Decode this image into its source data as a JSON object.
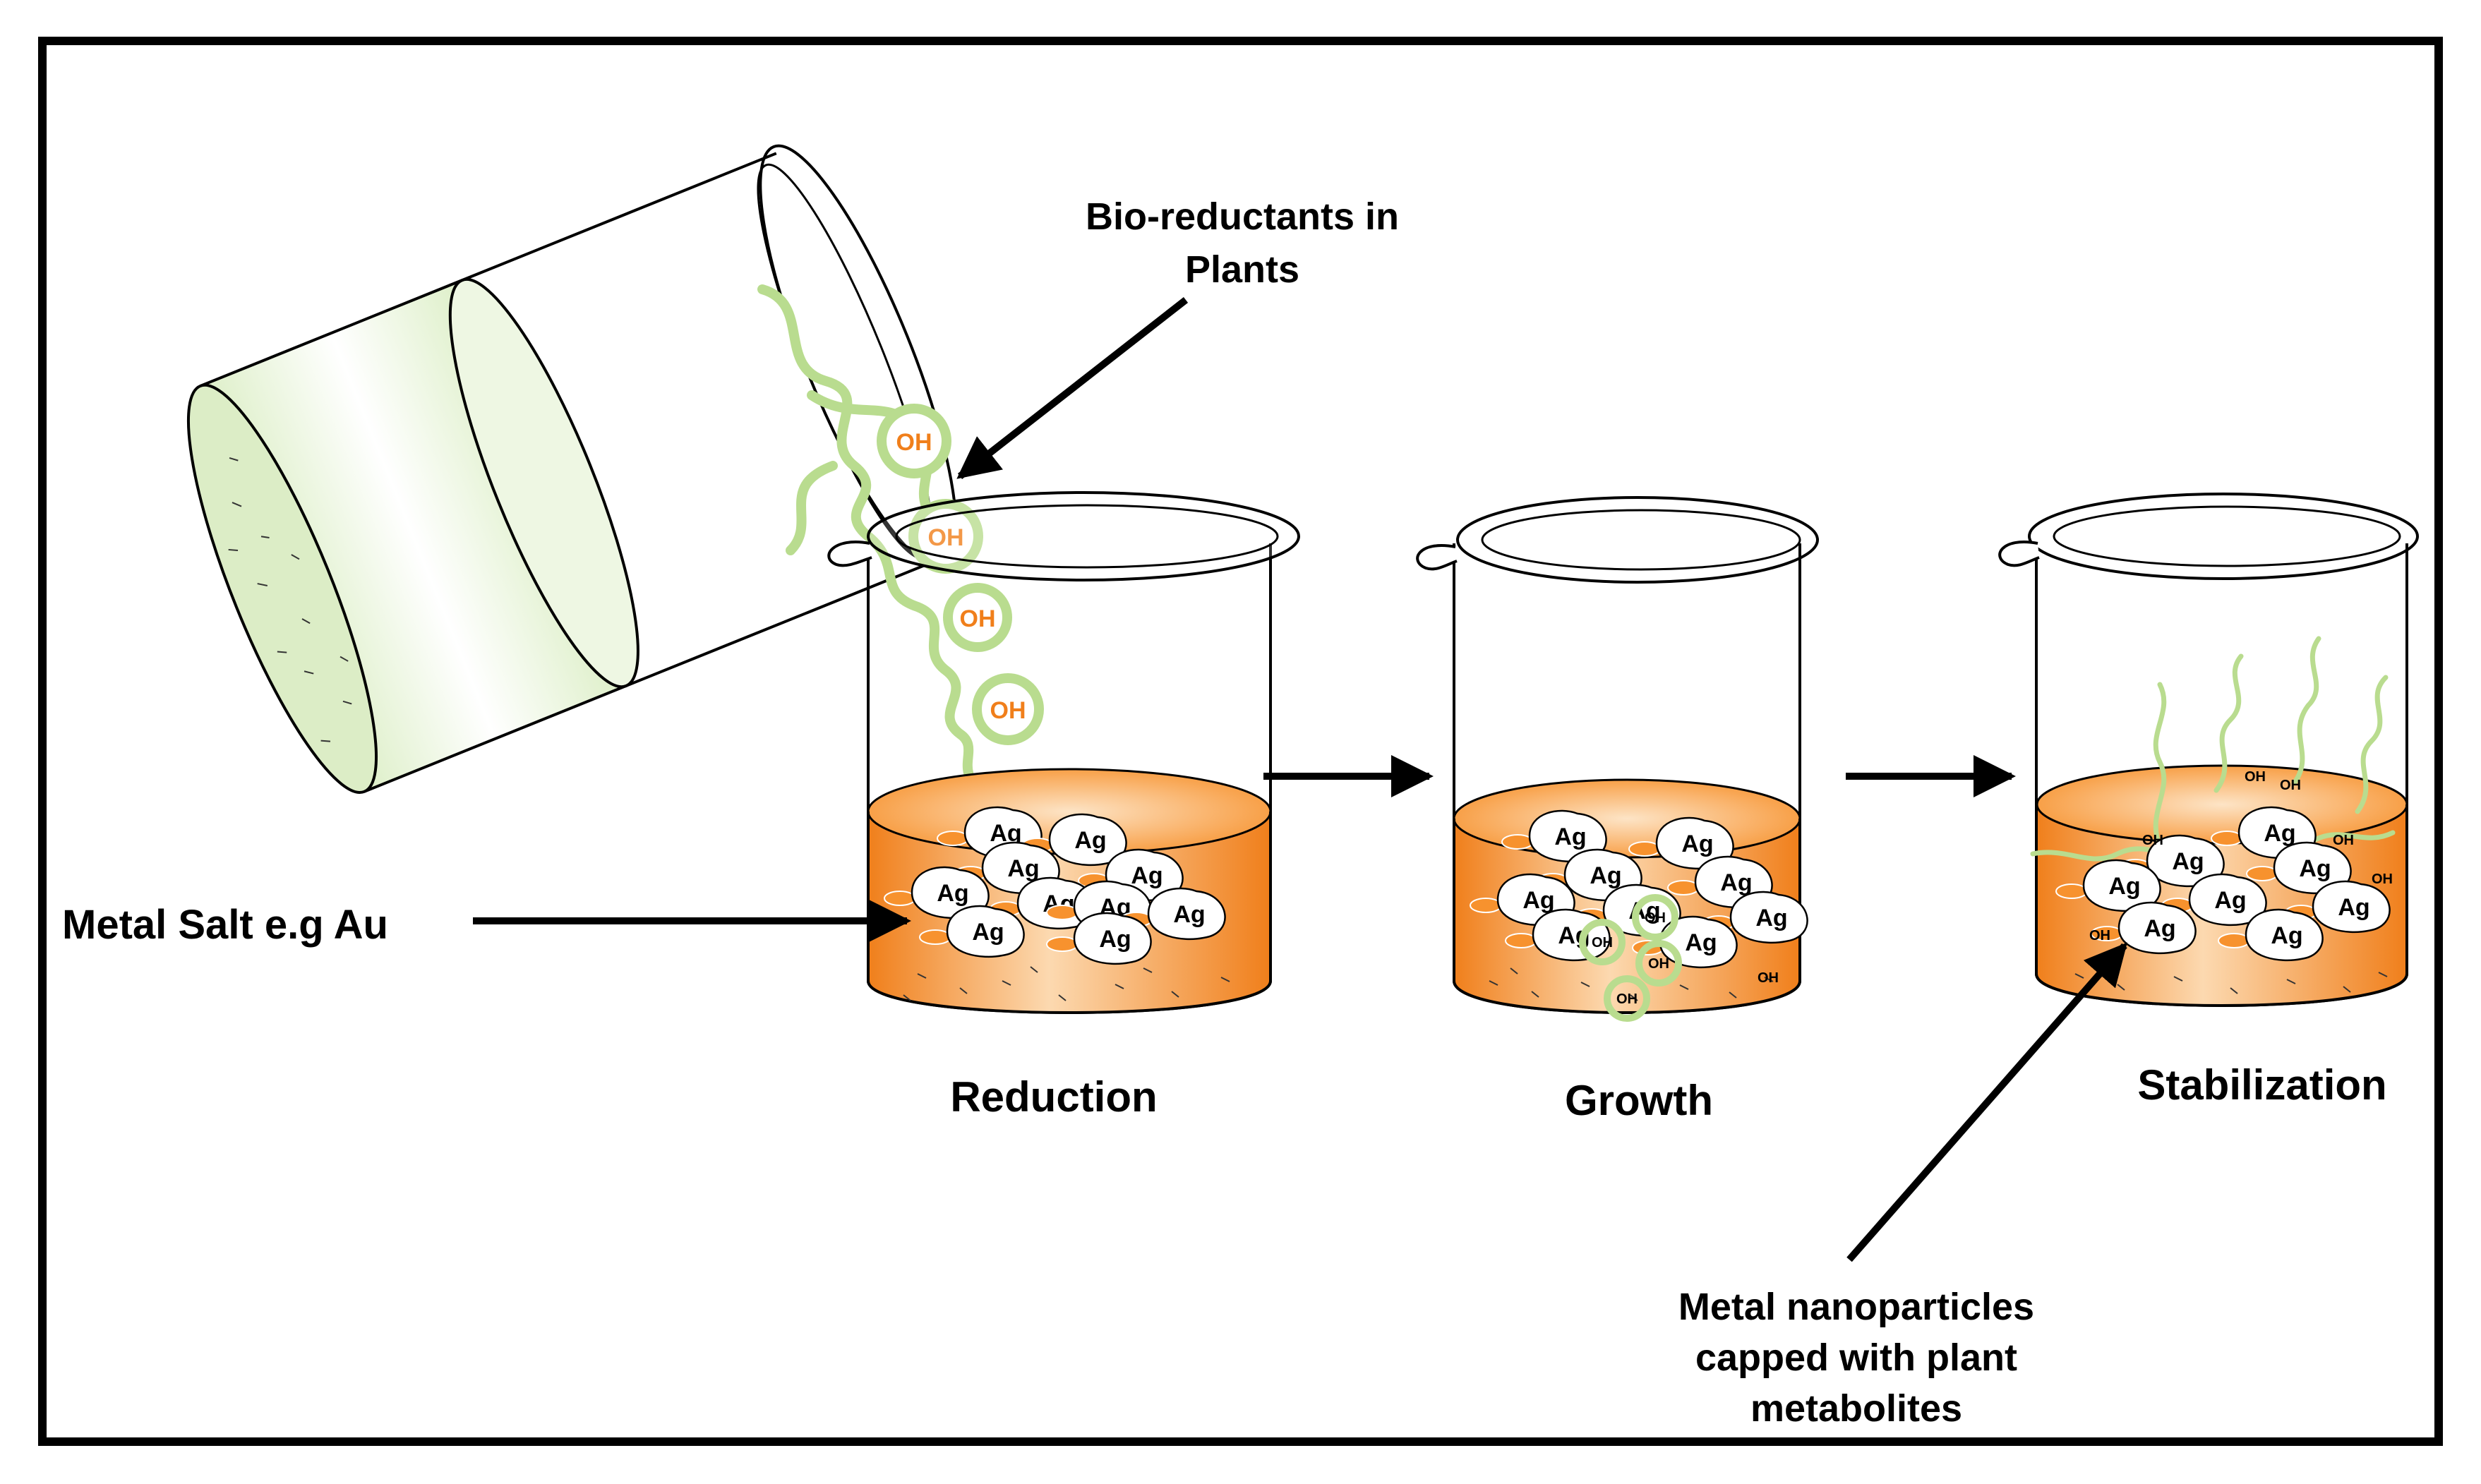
{
  "labels": {
    "bio_reductants_line1": "Bio-reductants in",
    "bio_reductants_line2": "Plants",
    "metal_salt": "Metal Salt e.g Au",
    "reduction": "Reduction",
    "growth": "Growth",
    "stabilization": "Stabilization",
    "capped_line1": "Metal nanoparticles",
    "capped_line2": "capped with plant",
    "capped_line3": "metabolites"
  },
  "particle_label": "Ag",
  "hydroxyl_label": "OH",
  "colors": {
    "frame": "#000000",
    "solution_orange": "#f7922e",
    "solution_light": "#fcd9b0",
    "plant_green": "#b9dc8f",
    "plant_green_light": "#e8f4d8",
    "oh_orange": "#f07f1b"
  }
}
